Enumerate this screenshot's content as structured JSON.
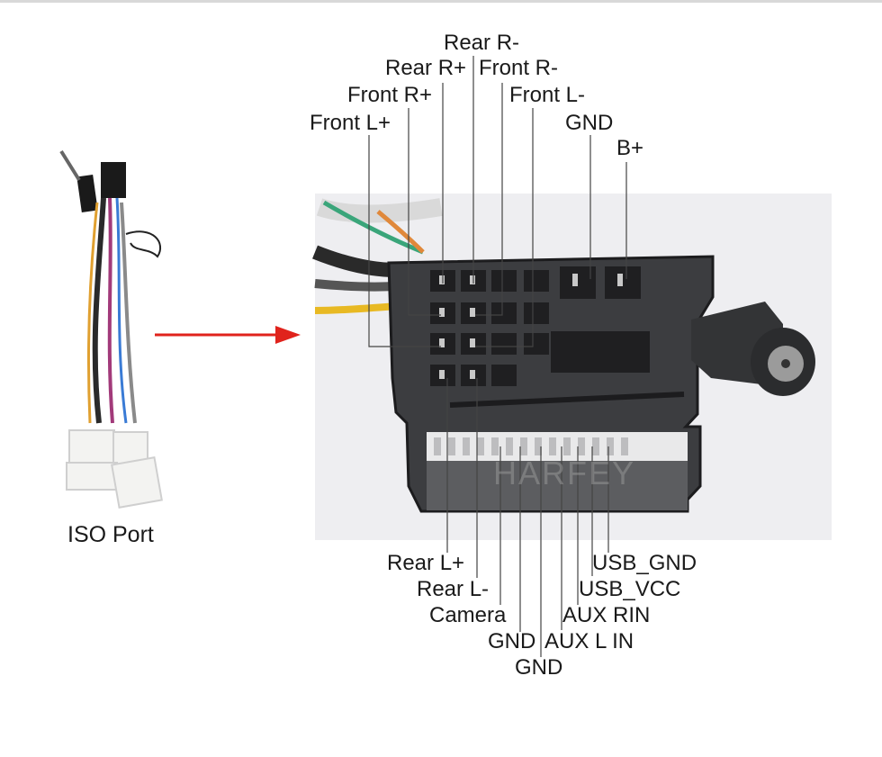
{
  "iso_port": {
    "label": "ISO Port"
  },
  "watermark": "HARFEY",
  "top_labels": {
    "rear_r_minus": "Rear R-",
    "rear_r_plus": "Rear R+",
    "front_r_minus": "Front R-",
    "front_r_plus": "Front R+",
    "front_l_minus": "Front L-",
    "front_l_plus": "Front L+",
    "gnd": "GND",
    "b_plus": "B+"
  },
  "bottom_labels": {
    "rear_l_plus": "Rear L+",
    "rear_l_minus": "Rear L-",
    "camera": "Camera",
    "gnd_1": "GND",
    "gnd_2": "GND",
    "aux_l_in": "AUX L IN",
    "aux_rin": "AUX RIN",
    "usb_vcc": "USB_VCC",
    "usb_gnd": "USB_GND"
  },
  "colors": {
    "arrow": "#e0231c",
    "connector": "#3d3e40",
    "leader_line": "#444444"
  }
}
